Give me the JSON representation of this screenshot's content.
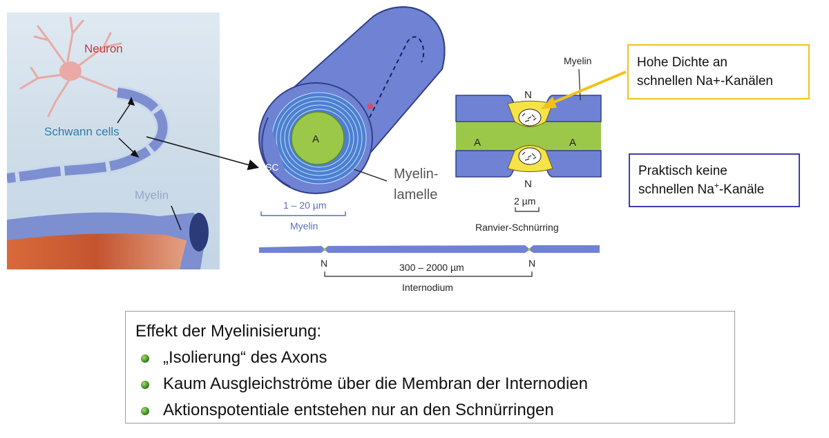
{
  "illustration": {
    "neuron_label": "Neuron",
    "schwann_label": "Schwann cells",
    "myelin_label": "Myelin"
  },
  "cross_section": {
    "axon_label": "A",
    "schwann_cell_label": "SC",
    "myelin_lamella_line1": "Myelin-",
    "myelin_lamella_line2": "lamelle",
    "scale_text": "1 – 20 µm",
    "scale_caption": "Myelin"
  },
  "node_detail": {
    "myelin_label": "Myelin",
    "node_top_label": "N",
    "node_bottom_label": "N",
    "axon_left_label": "A",
    "axon_right_label": "A",
    "scale_text": "2 µm",
    "caption": "Ranvier-Schnürring"
  },
  "internode": {
    "node_left_label": "N",
    "node_right_label": "N",
    "distance_text": "300 – 2000 µm",
    "caption": "Internodium"
  },
  "callout_yellow": {
    "line1": "Hohe Dichte an",
    "line2": "schnellen Na+-Kanälen"
  },
  "callout_blue": {
    "line1": "Praktisch keine",
    "line2_prefix": "schnellen Na",
    "line2_sup": "+",
    "line2_suffix": "-Kanäle"
  },
  "effect": {
    "title": "Effekt der Myelinisierung:",
    "items": [
      "„Isolierung“ des Axons",
      "Kaum Ausgleichströme über die Membran der Internodien",
      "Aktionspotentiale entstehen nur an den Schnürringen"
    ]
  },
  "colors": {
    "myelin_blue": "#6f82d4",
    "axon_green": "#9cc84a",
    "callout_yellow": "#f2c21a",
    "callout_blue": "#3d3fa8",
    "bullet_green": "#3a8a20"
  }
}
